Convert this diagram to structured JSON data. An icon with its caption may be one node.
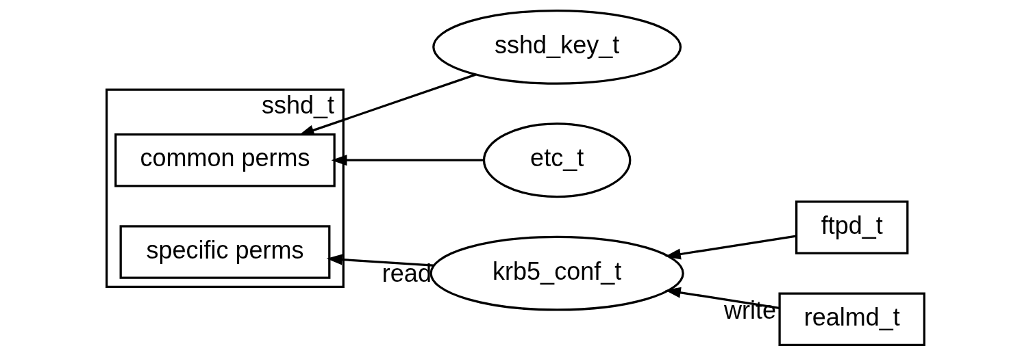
{
  "diagram": {
    "nodes": [
      {
        "text": [
          "sshd_t"
        ]
      },
      {
        "text": [
          "common perms"
        ],
        "in": 0
      },
      {
        "text": [
          "specific perms"
        ],
        "in": 0
      },
      {
        "text": [
          "sshd_key_t"
        ]
      },
      {
        "text": [
          "etc_t"
        ]
      },
      {
        "text": [
          "krb5_conf_t"
        ]
      },
      {
        "text": [
          "ftpd_t"
        ]
      },
      {
        "text": [
          "realmd_t"
        ]
      }
    ],
    "edges": [
      {
        "from": 3,
        "to": 1,
        "arrow": "to"
      },
      {
        "from": 4,
        "to": 1,
        "arrow": "to"
      },
      {
        "from": 5,
        "to": 2,
        "arrow": "to",
        "label": "read"
      },
      {
        "from": 6,
        "to": 5,
        "arrow": "to"
      },
      {
        "from": 7,
        "to": 5,
        "arrow": "to",
        "label": "write"
      }
    ]
  }
}
